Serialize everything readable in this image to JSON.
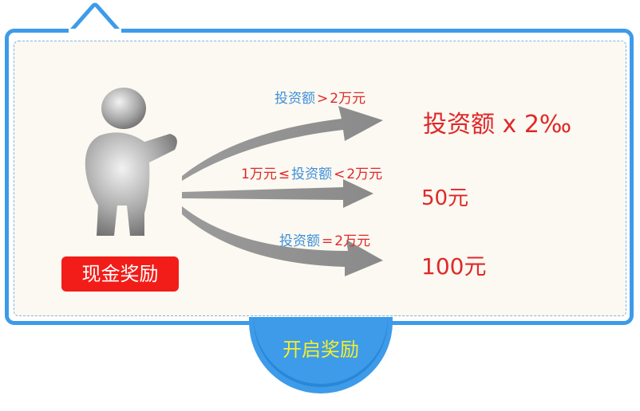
{
  "badge": {
    "label": "现金奖励"
  },
  "rules": [
    {
      "condition_left": "投资额",
      "condition_symbol": ">",
      "condition_right": "2万元",
      "result": "投资额 x 2‰"
    },
    {
      "condition_prefix": "1万元",
      "condition_symbol_left": "≤",
      "condition_left": "投资额",
      "condition_symbol": "<",
      "condition_right": "2万元",
      "result": "50元"
    },
    {
      "condition_left": "投资额",
      "condition_symbol": "=",
      "condition_right": "2万元",
      "result": "100元"
    }
  ],
  "button": {
    "label": "开启奖励"
  },
  "colors": {
    "border": "#3d9be9",
    "result_text": "#e0282a",
    "badge_bg": "#f21d18",
    "button_text": "#f5ef2a"
  },
  "icons": [
    "person-icon",
    "arrow-icon"
  ]
}
